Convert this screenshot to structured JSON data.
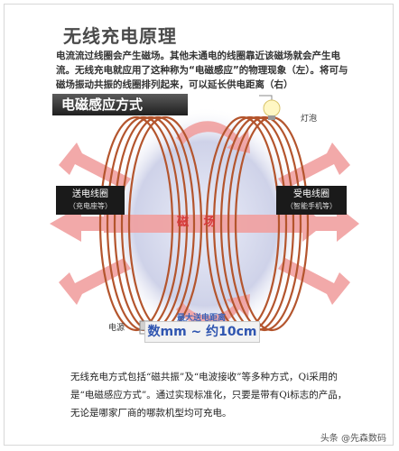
{
  "title": "无线充电原理",
  "intro": "电流流过线圈会产生磁场。其他未通电的线圈靠近该磁场就会产生电流。无线充电就应用了这种称为“电磁感应”的物理现象（左）。将可与磁场振动共振的线圈排列起来，可以延长供电距离（右）",
  "diagram": {
    "banner": "电磁感应方式",
    "bulb_label": "灯泡",
    "transmitter_label": "送电线圈",
    "transmitter_sub": "（充电座等）",
    "receiver_label": "受电线圈",
    "receiver_sub": "（智能手机等）",
    "field_label": "磁 场",
    "power_label": "电源",
    "range_title": "最大送电距离",
    "range_value": "数mm ~ 约10cm"
  },
  "bottom_text": "无线充电方式包括“磁共振”及“电波接收”等多种方式，Qi采用的是“电磁感应方式”。通过实现标准化，只要是带有Qi标志的产品，无论是哪家厂商的哪款机型均可充电。",
  "watermark": "头条 @先森数码",
  "colors": {
    "arrow": "#f1a0a0",
    "coil": "#b4552d",
    "background_glow": "#c9cde6"
  }
}
